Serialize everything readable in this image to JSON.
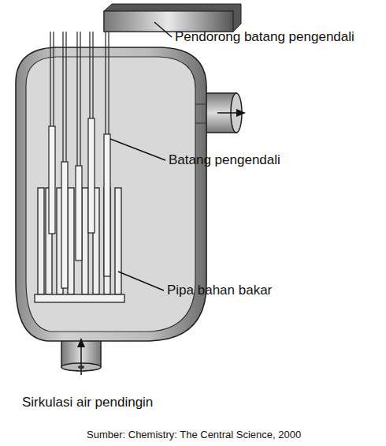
{
  "diagram": {
    "caption": "Sumber: Chemistry: The Central Science, 2000",
    "labels": [
      "Pendorong batang pengendali",
      "Batang pengendali",
      "Pipa bahan bakar",
      "Sirkulasi air pendingin"
    ]
  }
}
